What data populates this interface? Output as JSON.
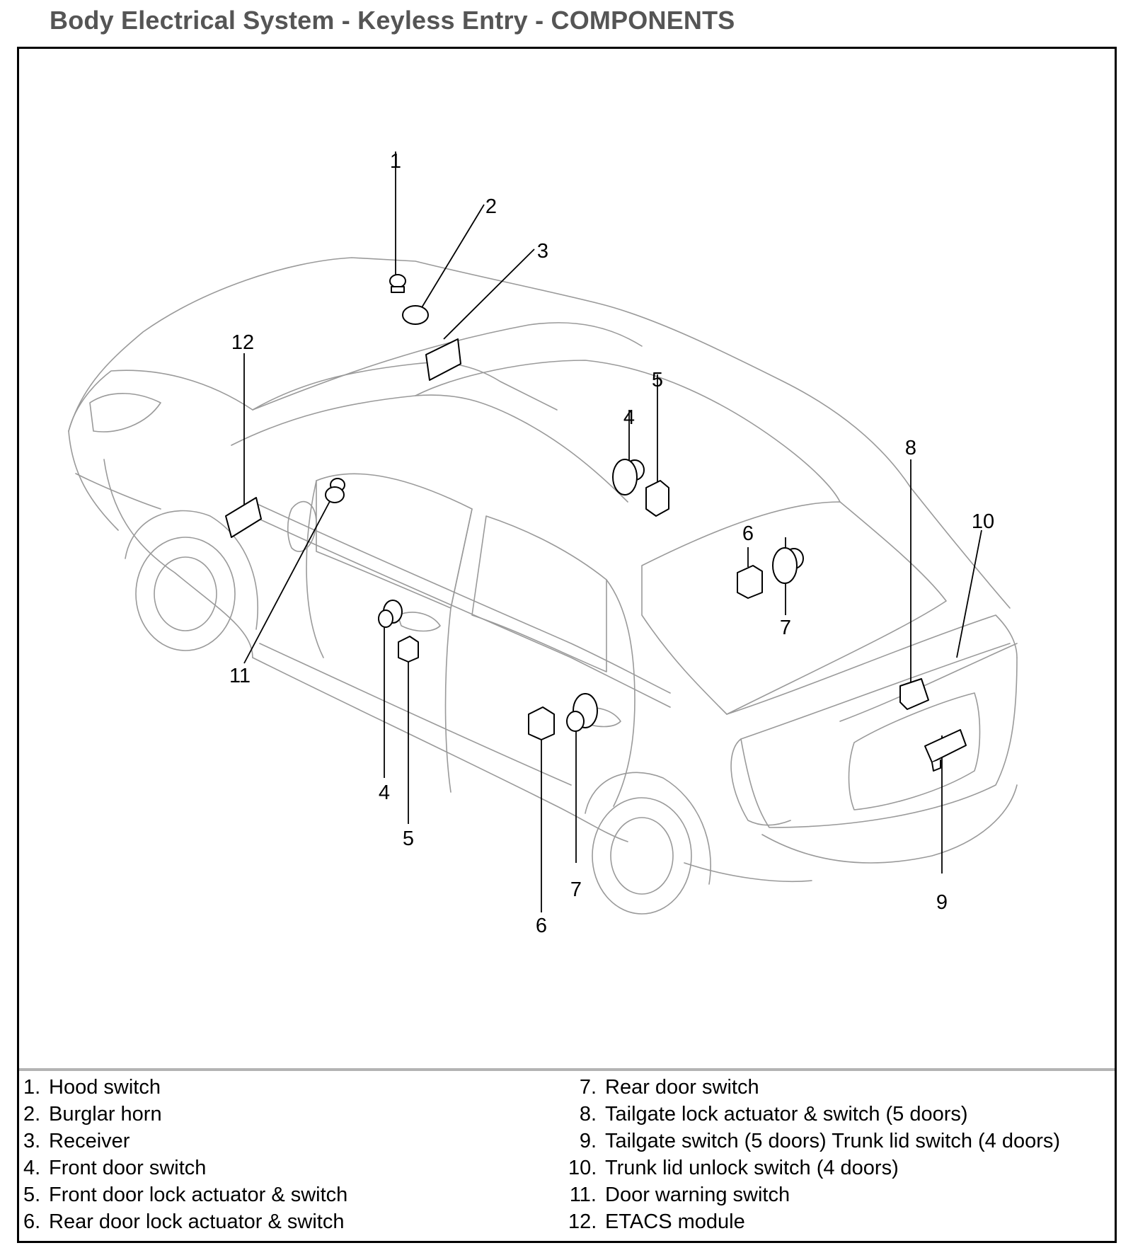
{
  "page_title": "Body Electrical System - Keyless Entry - COMPONENTS",
  "callouts": [
    {
      "id": "c1",
      "label": "1"
    },
    {
      "id": "c2",
      "label": "2"
    },
    {
      "id": "c3",
      "label": "3"
    },
    {
      "id": "c4a",
      "label": "4"
    },
    {
      "id": "c5a",
      "label": "5"
    },
    {
      "id": "c8",
      "label": "8"
    },
    {
      "id": "c10",
      "label": "10"
    },
    {
      "id": "c6a",
      "label": "6"
    },
    {
      "id": "c7a",
      "label": "7"
    },
    {
      "id": "c12",
      "label": "12"
    },
    {
      "id": "c11",
      "label": "11"
    },
    {
      "id": "c4b",
      "label": "4"
    },
    {
      "id": "c5b",
      "label": "5"
    },
    {
      "id": "c6b",
      "label": "6"
    },
    {
      "id": "c7b",
      "label": "7"
    },
    {
      "id": "c9",
      "label": "9"
    }
  ],
  "legend": [
    {
      "num": "1.",
      "text": "Hood switch"
    },
    {
      "num": "2.",
      "text": "Burglar horn"
    },
    {
      "num": "3.",
      "text": "Receiver"
    },
    {
      "num": "4.",
      "text": "Front door switch"
    },
    {
      "num": "5.",
      "text": "Front door lock actuator & switch"
    },
    {
      "num": "6.",
      "text": "Rear door lock actuator & switch"
    },
    {
      "num": "7.",
      "text": "Rear door switch"
    },
    {
      "num": "8.",
      "text": "Tailgate lock actuator & switch (5 doors)"
    },
    {
      "num": "9.",
      "text": "Tailgate switch (5 doors) Trunk lid switch (4 doors)"
    },
    {
      "num": "10.",
      "text": "Trunk lid unlock switch (4 doors)"
    },
    {
      "num": "11.",
      "text": "Door warning switch"
    },
    {
      "num": "12.",
      "text": "ETACS module"
    }
  ]
}
